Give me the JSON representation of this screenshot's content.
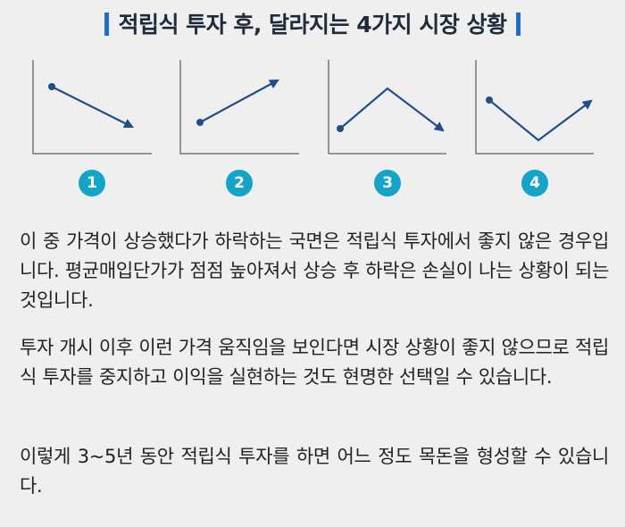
{
  "title": "적립식 투자 후, 달라지는 4가지 시장 상황",
  "colors": {
    "accent": "#1f6fc3",
    "badge": "#14a4c8",
    "line": "#1f4e8c",
    "axis": "#666666"
  },
  "scenarios": [
    {
      "number": "1",
      "shape": "declining"
    },
    {
      "number": "2",
      "shape": "rising"
    },
    {
      "number": "3",
      "shape": "rise-then-fall"
    },
    {
      "number": "4",
      "shape": "fall-then-rise"
    }
  ],
  "paragraphs": [
    "이 중 가격이 상승했다가 하락하는 국면은 적립식 투자에서 좋지 않은 경우입니다. 평균매입단가가 점점 높아져서 상승 후 하락은 손실이 나는 상황이 되는 것입니다.",
    "투자 개시 이후 이런 가격 움직임을 보인다면 시장 상황이 좋지 않으므로 적립식 투자를 중지하고 이익을 실현하는 것도 현명한 선택일 수 있습니다.",
    "이렇게 3~5년 동안 적립식 투자를 하면 어느 정도 목돈을 형성할 수 있습니다."
  ]
}
